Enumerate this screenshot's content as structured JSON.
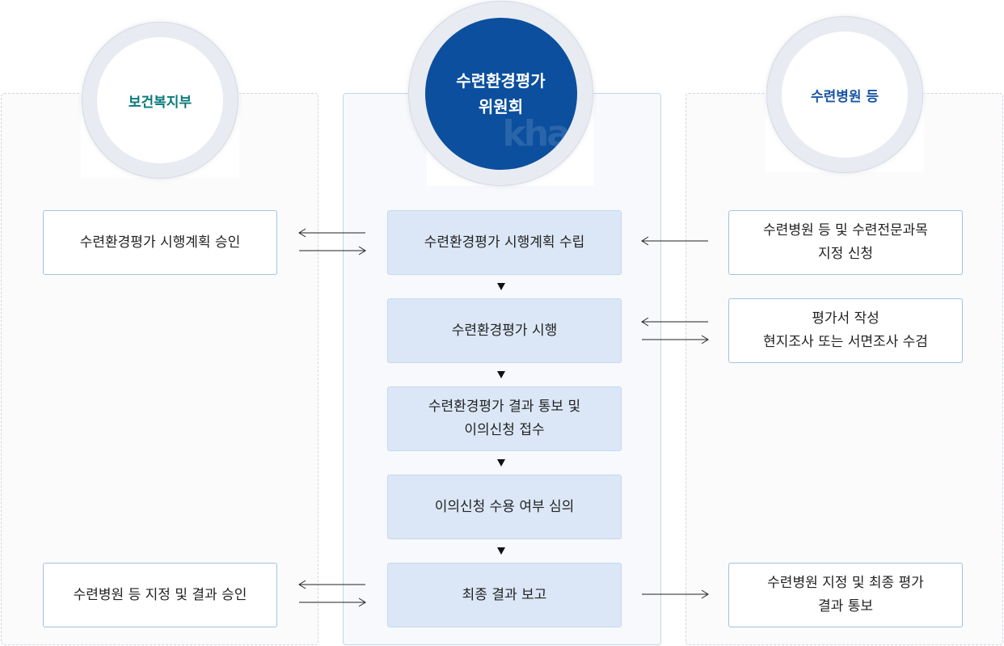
{
  "columns": {
    "left": {
      "title": "보건복지부",
      "title_color": "#0a7a7a"
    },
    "center": {
      "title_line1": "수련환경평가",
      "title_line2": "위원회",
      "circle_color": "#0b4f9e",
      "watermark": "kha"
    },
    "right": {
      "title": "수련병원 등",
      "title_color": "#1a56a6"
    }
  },
  "left_boxes": [
    {
      "text": "수련환경평가 시행계획 승인"
    },
    {
      "text": "수련병원 등 지정 및 결과 승인"
    }
  ],
  "center_steps": [
    {
      "text": "수련환경평가 시행계획 수립"
    },
    {
      "text": "수련환경평가 시행"
    },
    {
      "text": "수련환경평가 결과 통보 및\n이의신청 접수"
    },
    {
      "text": "이의신청 수용 여부 심의"
    },
    {
      "text": "최종 결과 보고"
    }
  ],
  "right_boxes": [
    {
      "text": "수련병원 등 및 수련전문과목\n지정 신청"
    },
    {
      "text": "평가서 작성\n현지조사 또는 서면조사 수검"
    },
    {
      "text": "수련병원 지정 및 최종 평가\n결과 통보"
    }
  ]
}
